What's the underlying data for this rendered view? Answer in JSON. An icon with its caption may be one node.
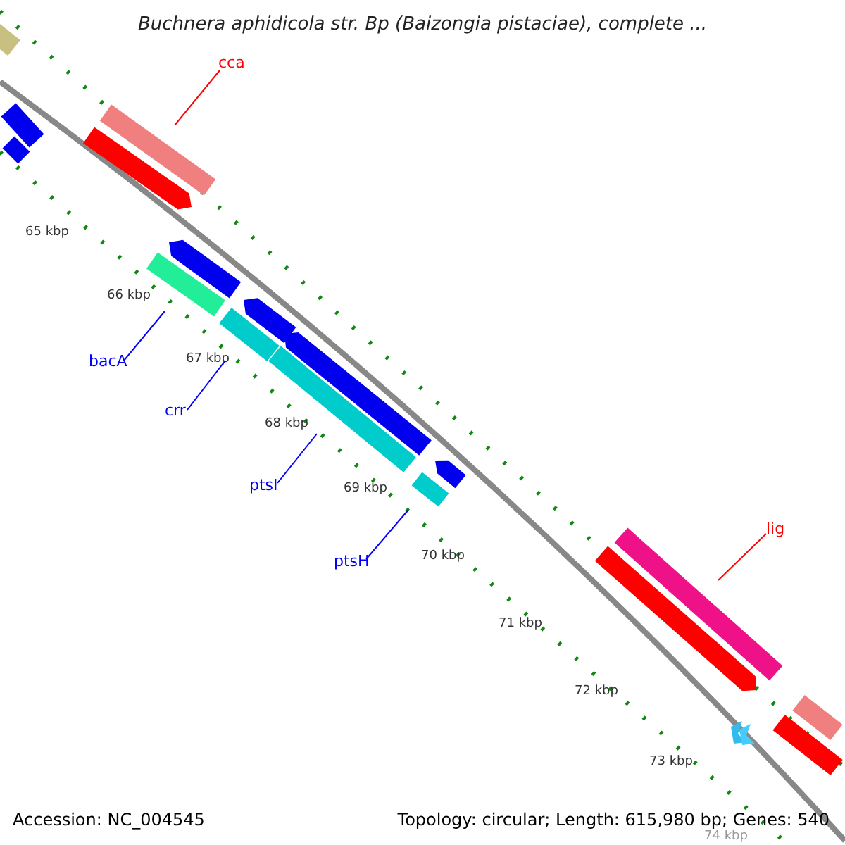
{
  "diagram": {
    "title": "Buchnera aphidicola str. Bp (Baizongia pistaciae), complete ...",
    "nodes": [
      {
        "text": [
          "cca"
        ]
      },
      {
        "text": [],
        "shape": "bar"
      },
      {
        "text": [
          "bacA"
        ]
      },
      {
        "text": [],
        "shape": "bar"
      },
      {
        "text": [
          "crr"
        ]
      },
      {
        "text": [],
        "shape": "bar"
      },
      {
        "text": [
          "ptsI"
        ]
      },
      {
        "text": [],
        "shape": "bar"
      },
      {
        "text": [
          "ptsH"
        ]
      },
      {
        "text": [],
        "shape": "bar"
      },
      {
        "text": [
          "lig"
        ]
      },
      {
        "text": [],
        "shape": "bar"
      }
    ],
    "edges": [
      {
        "from": 0,
        "to": 1,
        "arrow": "none",
        "color": "#ff0000"
      },
      {
        "from": 2,
        "to": 3,
        "arrow": "none"
      },
      {
        "from": 4,
        "to": 5,
        "arrow": "none"
      },
      {
        "from": 6,
        "to": 7,
        "arrow": "none"
      },
      {
        "from": 8,
        "to": 9,
        "arrow": "none"
      },
      {
        "from": 10,
        "to": 11,
        "arrow": "none",
        "color": "#ff0000"
      }
    ],
    "labels": [
      "65 kbp",
      "66 kbp",
      "67 kbp",
      "68 kbp",
      "69 kbp",
      "70 kbp",
      "71 kbp",
      "72 kbp",
      "73 kbp",
      "74 kbp",
      "Accession: NC_004545",
      "Topology: circular; Length: 615,980 bp; Genes: 540"
    ]
  }
}
